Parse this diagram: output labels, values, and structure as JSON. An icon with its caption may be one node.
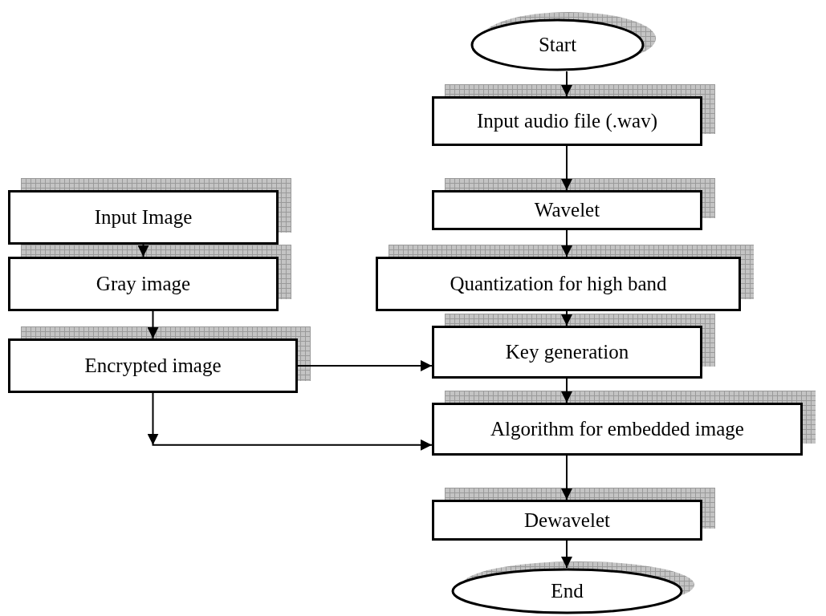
{
  "diagram": {
    "nodes": [
      {
        "text": [
          "Start"
        ]
      },
      {
        "text": [
          "Input audio file (.wav)"
        ]
      },
      {
        "text": [
          "Wavelet"
        ]
      },
      {
        "text": [
          "Quantization for high band"
        ]
      },
      {
        "text": [
          "Key generation"
        ]
      },
      {
        "text": [
          "Algorithm for embedded image"
        ]
      },
      {
        "text": [
          "Dewavelet"
        ]
      },
      {
        "text": [
          "End"
        ]
      },
      {
        "text": [
          "Input Image"
        ]
      },
      {
        "text": [
          "Gray image"
        ]
      },
      {
        "text": [
          "Encrypted image"
        ]
      }
    ],
    "edges": [
      {
        "from": 0,
        "to": 1,
        "arrow": "to"
      },
      {
        "from": 1,
        "to": 2,
        "arrow": "to"
      },
      {
        "from": 2,
        "to": 3,
        "arrow": "to"
      },
      {
        "from": 3,
        "to": 4,
        "arrow": "to"
      },
      {
        "from": 4,
        "to": 5,
        "arrow": "to"
      },
      {
        "from": 5,
        "to": 6,
        "arrow": "to"
      },
      {
        "from": 6,
        "to": 7,
        "arrow": "to"
      },
      {
        "from": 8,
        "to": 9,
        "arrow": "to"
      },
      {
        "from": 9,
        "to": 10,
        "arrow": "to"
      },
      {
        "from": 10,
        "to": 4,
        "arrow": "to"
      },
      {
        "from": 10,
        "to": 5,
        "arrow": "to"
      }
    ]
  }
}
